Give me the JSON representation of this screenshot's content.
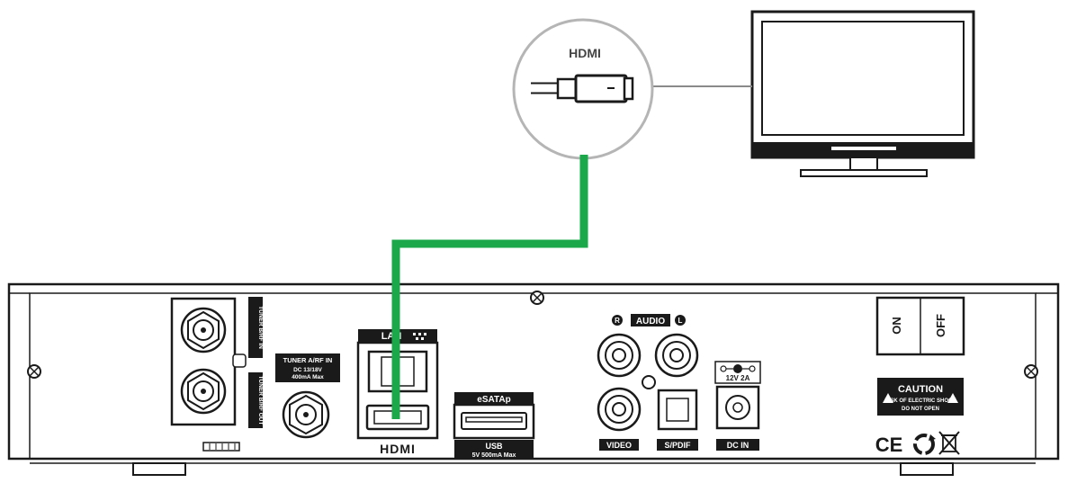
{
  "callout": {
    "hdmi_label": "HDMI"
  },
  "panel": {
    "tuner_a_label": "TUNER A/RF IN",
    "tuner_a_spec_1": "DC 13/18V",
    "tuner_a_spec_2": "400mA Max",
    "tuner_side_in": "TUNER B/RF IN",
    "tuner_side_out": "TUNER B/RF OUT",
    "lan_label": "LAN",
    "hdmi_port_label": "HDMI",
    "esata_label": "eSATAp",
    "usb_label": "USB",
    "usb_spec": "5V 500mA Max",
    "audio_label": "AUDIO",
    "audio_r": "R",
    "audio_l": "L",
    "video_label": "VIDEO",
    "spdif_label": "S/PDIF",
    "dc_spec": "12V 2A",
    "dc_in_label": "DC IN",
    "switch_on": "ON",
    "switch_off": "OFF",
    "caution_title": "CAUTION",
    "caution_line1": "RISK OF ELECTRIC SHOCK",
    "caution_line2": "DO NOT OPEN",
    "ce_mark": "CE"
  },
  "colors": {
    "cable": "#1aa84a",
    "line": "#1a1a1a",
    "gray": "#8a8a8a",
    "callout_ring": "#b5b5b5"
  }
}
